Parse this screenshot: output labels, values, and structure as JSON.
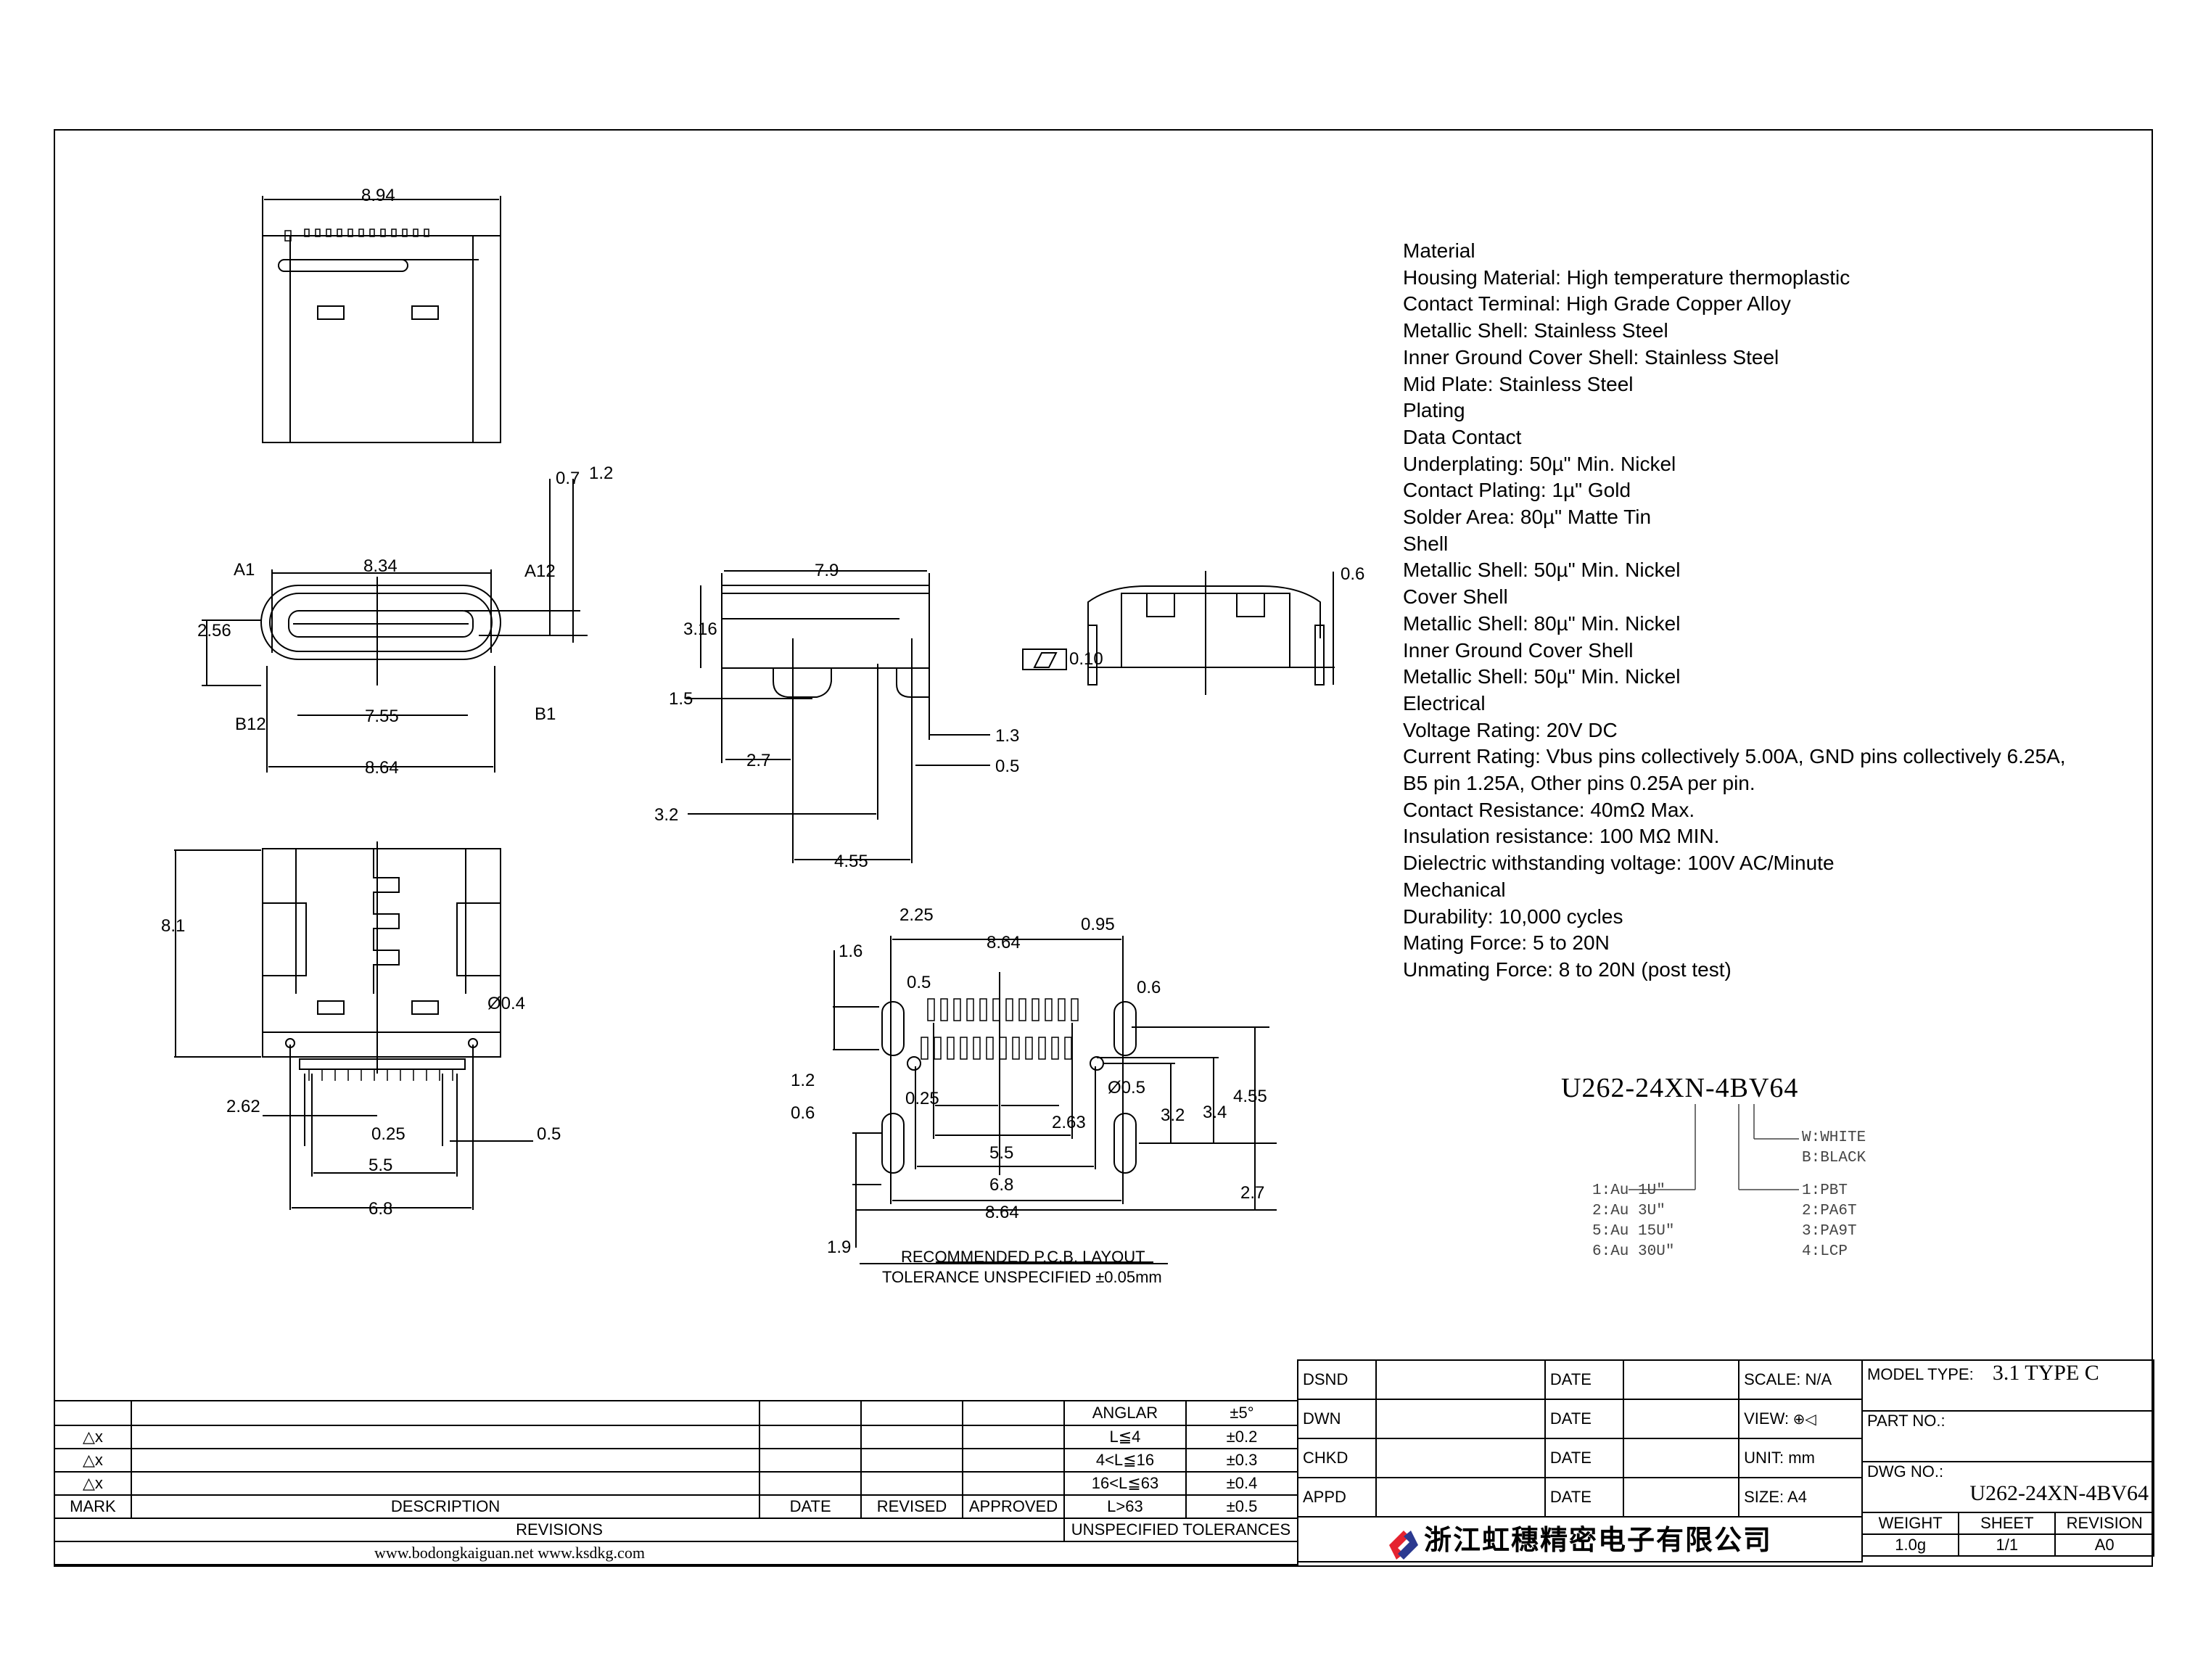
{
  "views": {
    "top_view": {
      "dim_width": "8.94"
    },
    "front_view": {
      "dims": {
        "width_inner": "8.34",
        "height": "2.56",
        "pitch_span": "7.55",
        "overall": "8.64",
        "d1": "0.7",
        "d2": "1.2"
      },
      "pin_labels": {
        "a1": "A1",
        "a12": "A12",
        "b12": "B12",
        "b1": "B1"
      }
    },
    "side_view": {
      "dims": {
        "length": "7.9",
        "height": "3.16",
        "d15": "1.5",
        "d27": "2.7",
        "d32": "3.2",
        "d455": "4.55",
        "d13": "1.3",
        "d05": "0.5"
      }
    },
    "rear_view": {
      "dims": {
        "d06": "0.6",
        "d010": "0.10"
      }
    },
    "bottom_view": {
      "dims": {
        "height": "8.1",
        "hole": "Ø0.4",
        "d262": "2.62",
        "d025": "0.25",
        "d05": "0.5",
        "d55": "5.5",
        "d68": "6.8"
      }
    },
    "pcb_layout": {
      "dims": {
        "d225": "2.25",
        "d864_top": "8.64",
        "d095": "0.95",
        "d16": "1.6",
        "d05": "0.5",
        "d06a": "0.6",
        "d12": "1.2",
        "d025": "0.25",
        "d06b": "0.6",
        "hole": "Ø0.5",
        "d263": "2.63",
        "d32": "3.2",
        "d34": "3.4",
        "d455": "4.55",
        "d55": "5.5",
        "d68": "6.8",
        "d864_bot": "8.64",
        "d27": "2.7",
        "d19": "1.9"
      },
      "title": "RECOMMENDED  P.C.B. LAYOUT",
      "tolerance": "TOLERANCE UNSPECIFIED ±0.05mm"
    }
  },
  "specs": [
    "Material",
    "Housing Material: High temperature thermoplastic",
    "Contact Terminal: High Grade Copper Alloy",
    "Metallic Shell: Stainless Steel",
    "Inner Ground Cover Shell: Stainless Steel",
    "Mid Plate: Stainless Steel",
    "Plating",
    "Data Contact",
    "Underplating: 50µ\" Min. Nickel",
    "Contact Plating: 1µ\" Gold",
    "Solder Area: 80µ\" Matte Tin",
    "Shell",
    "Metallic Shell: 50µ\" Min. Nickel",
    "Cover Shell",
    "Metallic Shell: 80µ\" Min. Nickel",
    "Inner Ground Cover Shell",
    "Metallic Shell: 50µ\" Min. Nickel",
    "Electrical",
    "Voltage Rating: 20V DC",
    "Current Rating: Vbus pins collectively 5.00A, GND pins collectively 6.25A,",
    "B5 pin 1.25A, Other pins 0.25A per pin.",
    "Contact Resistance: 40mΩ Max.",
    "Insulation resistance: 100 MΩ MIN.",
    "Dielectric withstanding voltage: 100V AC/Minute",
    "Mechanical",
    "Durability: 10,000 cycles",
    "Mating Force: 5 to 20N",
    "Unmating Force: 8 to 20N (post test)"
  ],
  "part_code": {
    "number": "U262-24XN-4BV64",
    "color_options": [
      "W:WHITE",
      "B:BLACK"
    ],
    "plating_options": [
      "1:Au  1U\"",
      "2:Au  3U\"",
      "5:Au  15U\"",
      "6:Au  30U\""
    ],
    "material_options": [
      "1:PBT",
      "2:PA6T",
      "3:PA9T",
      "4:LCP"
    ]
  },
  "revisions": {
    "marks": [
      "△x",
      "△x",
      "△x"
    ],
    "headers": {
      "mark": "MARK",
      "description": "DESCRIPTION",
      "date": "DATE",
      "revised": "REVISED",
      "approved": "APPROVED"
    },
    "footer": "REVISIONS",
    "website": "www.bodongkaiguan.net     www.ksdkg.com"
  },
  "tolerances": {
    "rows": [
      {
        "range": "ANGLAR",
        "value": "±5°"
      },
      {
        "range": "L≦4",
        "value": "±0.2"
      },
      {
        "range": "4<L≦16",
        "value": "±0.3"
      },
      {
        "range": "16<L≦63",
        "value": "±0.4"
      },
      {
        "range": "L>63",
        "value": "±0.5"
      }
    ],
    "footer": "UNSPECIFIED TOLERANCES"
  },
  "title_block": {
    "rows": [
      {
        "role": "DSND",
        "date": "DATE",
        "info": "SCALE: N/A"
      },
      {
        "role": "DWN",
        "date": "DATE",
        "info": "VIEW:"
      },
      {
        "role": "CHKD",
        "date": "DATE",
        "info": "UNIT: mm"
      },
      {
        "role": "APPD",
        "date": "DATE",
        "info": "SIZE: A4"
      }
    ],
    "model_type_label": "MODEL TYPE:",
    "model_type": "3.1  TYPE  C",
    "part_no_label": "PART NO.:",
    "dwg_no_label": "DWG NO.:",
    "dwg_no": "U262-24XN-4BV64",
    "company": "浙江虹穗精密电子有限公司",
    "weight_label": "WEIGHT",
    "weight": "1.0g",
    "sheet_label": "SHEET",
    "sheet": "1/1",
    "revision_label": "REVISION",
    "revision": "A0",
    "logo_colors": {
      "red": "#e52330",
      "blue": "#2b3990"
    }
  }
}
